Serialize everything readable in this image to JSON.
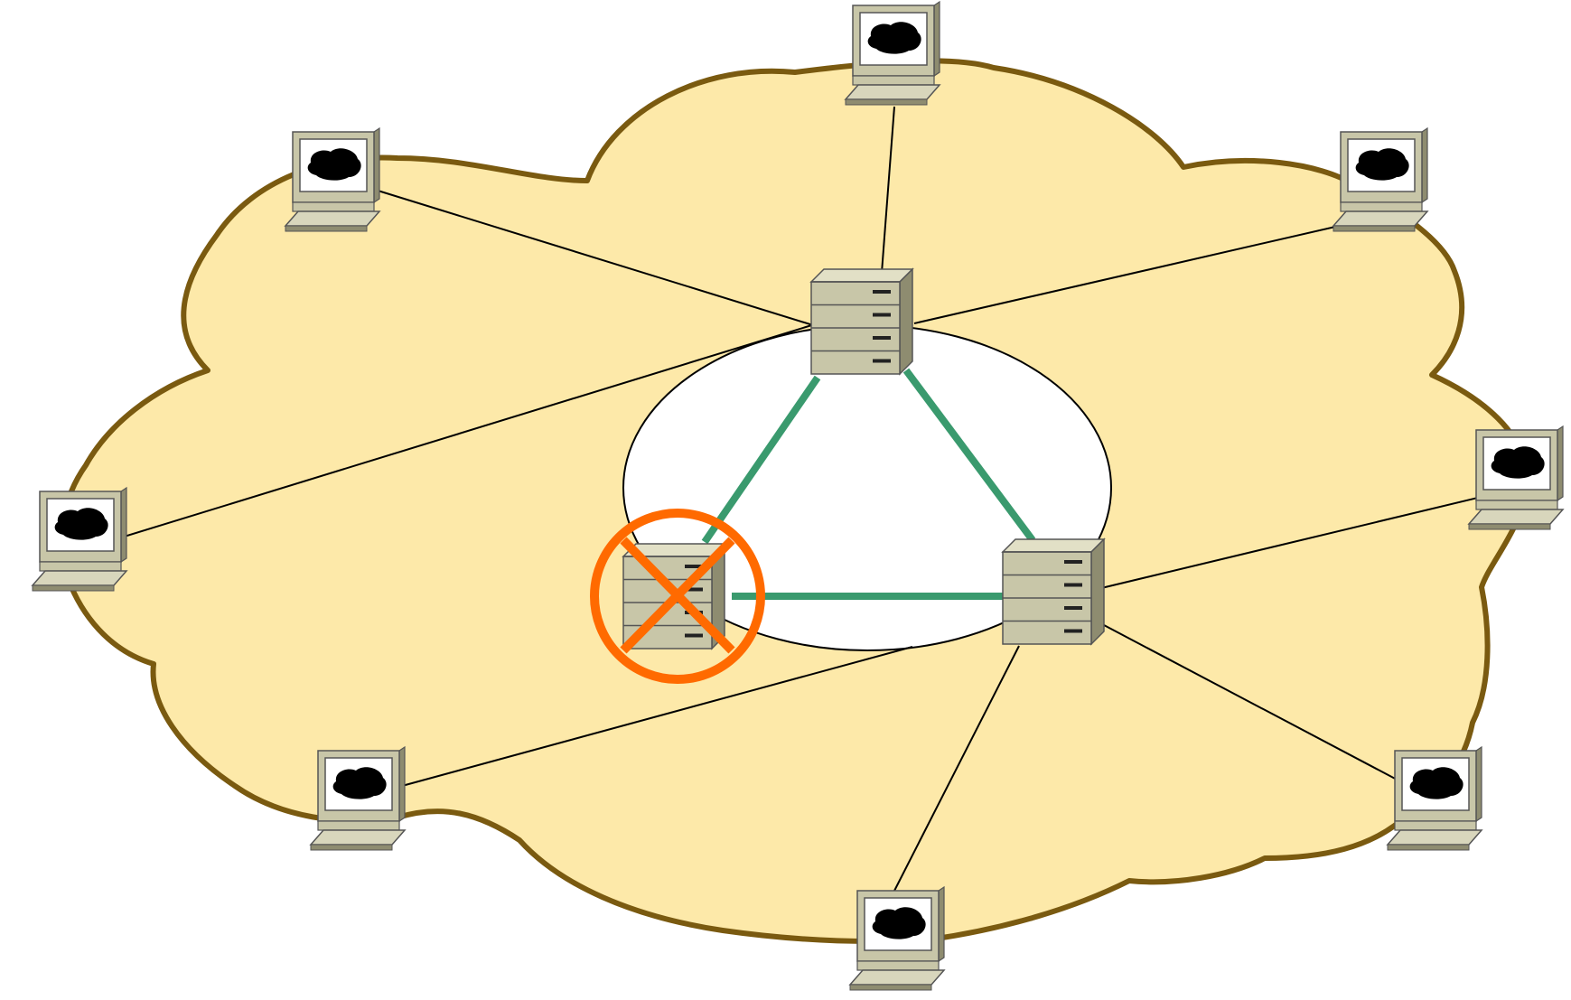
{
  "colors": {
    "cloud_fill": "#fde9a9",
    "cloud_outline": "#7a5a10",
    "ellipse_fill": "#ffffff",
    "ellipse_outline": "#000000",
    "link": "#000000",
    "server_link": "#3a9a6e",
    "failure_mark": "#ff6a00",
    "server_body": "#c8c6a8",
    "server_dark": "#8e8c70",
    "laptop_body": "#c8c6a8",
    "laptop_dark": "#8e8c70",
    "screen_white": "#ffffff",
    "screen_blob": "#000000"
  },
  "diagram": {
    "nodes": [
      {
        "id": "server-top",
        "type": "server",
        "failed": false
      },
      {
        "id": "server-right",
        "type": "server",
        "failed": false
      },
      {
        "id": "server-left",
        "type": "server",
        "failed": true
      },
      {
        "id": "laptop-top",
        "type": "laptop"
      },
      {
        "id": "laptop-upper-left",
        "type": "laptop"
      },
      {
        "id": "laptop-upper-right",
        "type": "laptop"
      },
      {
        "id": "laptop-left",
        "type": "laptop"
      },
      {
        "id": "laptop-right",
        "type": "laptop"
      },
      {
        "id": "laptop-lower-left",
        "type": "laptop"
      },
      {
        "id": "laptop-bottom",
        "type": "laptop"
      },
      {
        "id": "laptop-lower-right",
        "type": "laptop"
      }
    ],
    "server_links": [
      {
        "from": "server-top",
        "to": "server-left"
      },
      {
        "from": "server-top",
        "to": "server-right"
      },
      {
        "from": "server-left",
        "to": "server-right"
      }
    ],
    "client_links": [
      {
        "from": "laptop-top",
        "to": "server-top"
      },
      {
        "from": "laptop-upper-left",
        "to": "server-top"
      },
      {
        "from": "laptop-upper-right",
        "to": "server-top"
      },
      {
        "from": "laptop-left",
        "to": "server-top"
      },
      {
        "from": "laptop-right",
        "to": "server-right"
      },
      {
        "from": "laptop-lower-left",
        "to": "server-right"
      },
      {
        "from": "laptop-bottom",
        "to": "server-right"
      },
      {
        "from": "laptop-lower-right",
        "to": "server-right"
      }
    ]
  }
}
